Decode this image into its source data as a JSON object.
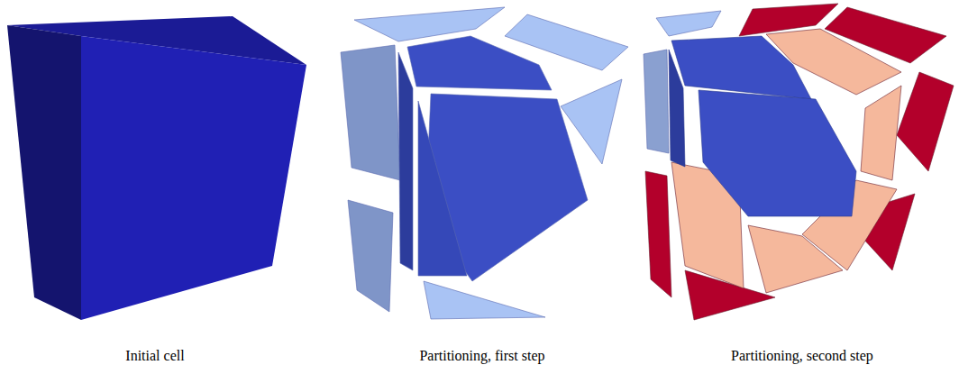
{
  "diagram": {
    "labels": [
      "Initial cell",
      "Partitioning, first step",
      "Partitioning, second step"
    ]
  }
}
